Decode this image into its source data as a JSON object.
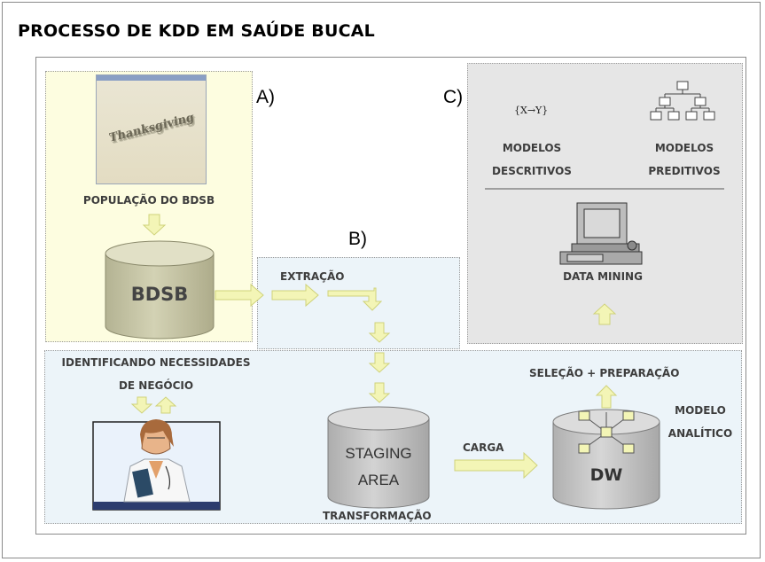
{
  "title": "PROCESSO DE KDD EM SAÚDE BUCAL",
  "sections": {
    "a": "A)",
    "b": "B)",
    "c": "C)"
  },
  "panel_a": {
    "thumbnail_text": "Thanksgiving",
    "caption": "POPULAÇÃO DO BDSB",
    "db_label": "BDSB"
  },
  "panel_b": {
    "step_label": "EXTRAÇÃO"
  },
  "panel_c": {
    "formula": "{X→Y}",
    "descriptive_line1": "MODELOS",
    "descriptive_line2": "DESCRITIVOS",
    "predictive_line1": "MODELOS",
    "predictive_line2": "PREDITIVOS",
    "mining_label": "DATA MINING"
  },
  "bottom": {
    "needs_line1": "IDENTIFICANDO NECESSIDADES",
    "needs_line2": "DE NEGÓCIO",
    "staging_line1": "STAGING",
    "staging_line2": "AREA",
    "transform_label": "TRANSFORMAÇÃO",
    "load_label": "CARGA",
    "dw_label": "DW",
    "selection_label": "SELEÇÃO + PREPARAÇÃO",
    "model_line1": "MODELO",
    "model_line2": "ANALÍTICO"
  },
  "colors": {
    "panel_a_bg": "#fdfde0",
    "panel_b_bg": "#ecf4f9",
    "panel_c_bg": "#e6e6e6",
    "arrow_fill": "#f3f5b6",
    "db_olive": "#c7c6a7",
    "db_gray": "#c4c4c4"
  }
}
